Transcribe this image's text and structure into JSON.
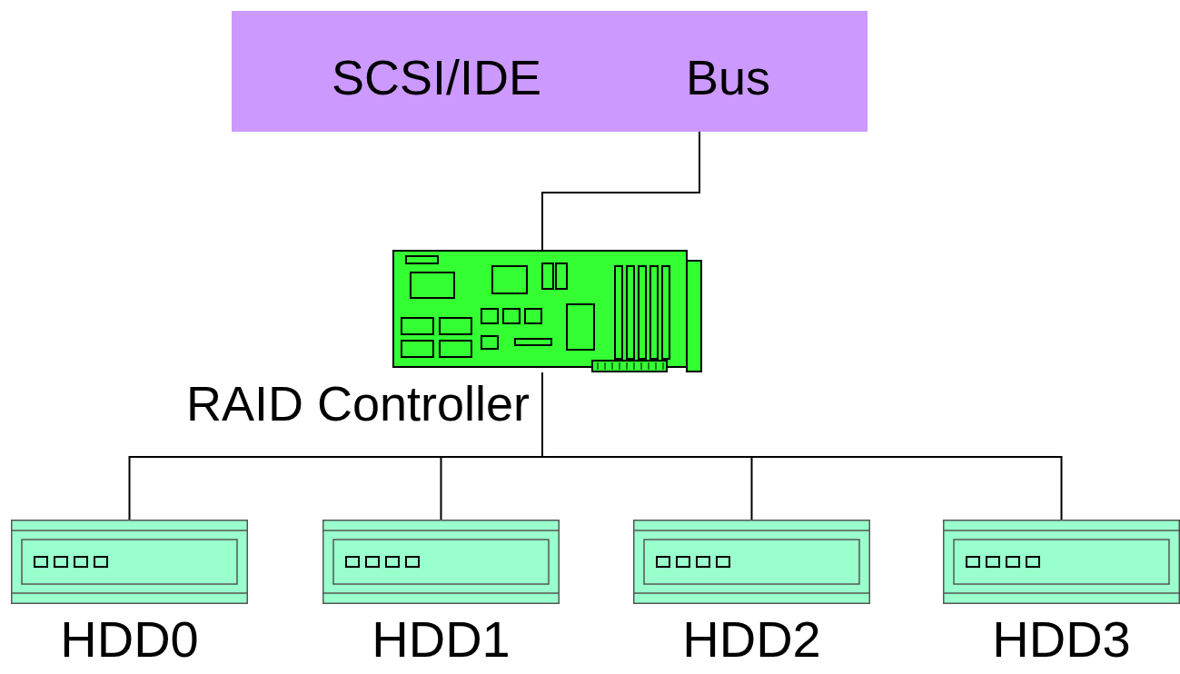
{
  "diagram": {
    "nodes": [
      {
        "text": [
          "SCSI/IDE",
          "Bus"
        ]
      },
      {
        "text": [
          "RAID Controller"
        ]
      },
      {
        "text": [
          "HDD0"
        ]
      },
      {
        "text": [
          "HDD1"
        ]
      },
      {
        "text": [
          "HDD2"
        ]
      },
      {
        "text": [
          "HDD3"
        ]
      }
    ],
    "edges": [
      {
        "from": 0,
        "to": 1,
        "arrow": "none"
      },
      {
        "from": 1,
        "to": 2,
        "arrow": "none"
      },
      {
        "from": 1,
        "to": 3,
        "arrow": "none"
      },
      {
        "from": 1,
        "to": 4,
        "arrow": "none"
      },
      {
        "from": 1,
        "to": 5,
        "arrow": "none"
      }
    ]
  }
}
